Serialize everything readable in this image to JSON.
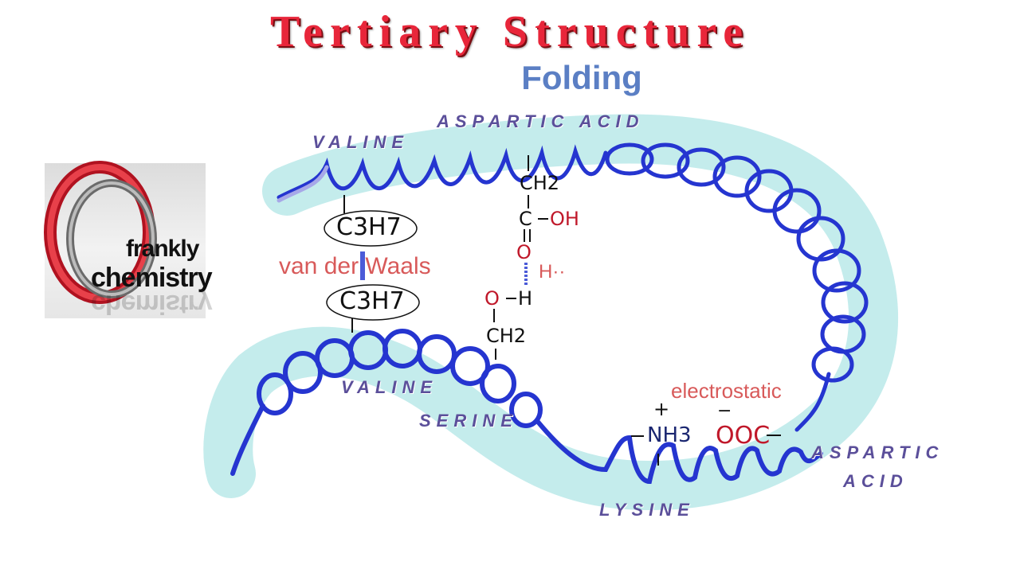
{
  "title": "Tertiary Structure",
  "subtitle": "Folding",
  "logo": {
    "line1": "frankly",
    "line2": "chemistry"
  },
  "residues": {
    "valine_top": "VALINE",
    "aspartic_top": "ASPARTIC ACID",
    "valine_bottom": "VALINE",
    "serine": "SERINE",
    "lysine": "LYSINE",
    "aspartic_right_1": "ASPARTIC",
    "aspartic_right_2": "ACID"
  },
  "interactions": {
    "van_der_waals": "van der Waals",
    "electrostatic": "electrostatic",
    "hydrogen": "H··"
  },
  "chemistry": {
    "c3h7_top": "C3H7",
    "c3h7_bottom": "C3H7",
    "ch2_top": "CH2",
    "carboxyl_c": "C",
    "carboxyl_oh": "OH",
    "carboxyl_o": "O",
    "serine_o": "O",
    "serine_h": "H",
    "ch2_bottom": "CH2",
    "ammonium": "NH3",
    "ammonium_charge": "+",
    "carboxylate": "OOC",
    "carboxylate_charge": "−"
  },
  "colors": {
    "title_red": "#e8263a",
    "subtitle_blue": "#5b7fc4",
    "ribbon_cyan": "#c4ecec",
    "helix_blue": "#1f2fd0",
    "label_purple": "#5b4f9a",
    "note_red": "#d85a5a"
  }
}
